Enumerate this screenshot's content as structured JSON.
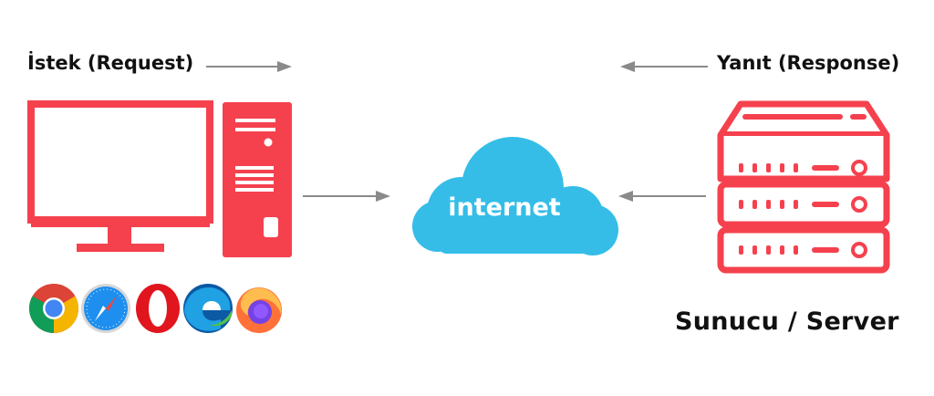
{
  "request_label": "İstek (Request)",
  "response_label": "Yanıt (Response)",
  "cloud_label": "internet",
  "server_label": "Sunucu / Server",
  "browsers": [
    {
      "icon": "chrome-icon"
    },
    {
      "icon": "safari-icon"
    },
    {
      "icon": "opera-icon"
    },
    {
      "icon": "edge-icon"
    },
    {
      "icon": "firefox-icon"
    }
  ],
  "colors": {
    "device_red": "#F5414E",
    "cloud_blue": "#35BDE8",
    "arrow_gray": "#8A8A8A",
    "text": "#111111"
  }
}
